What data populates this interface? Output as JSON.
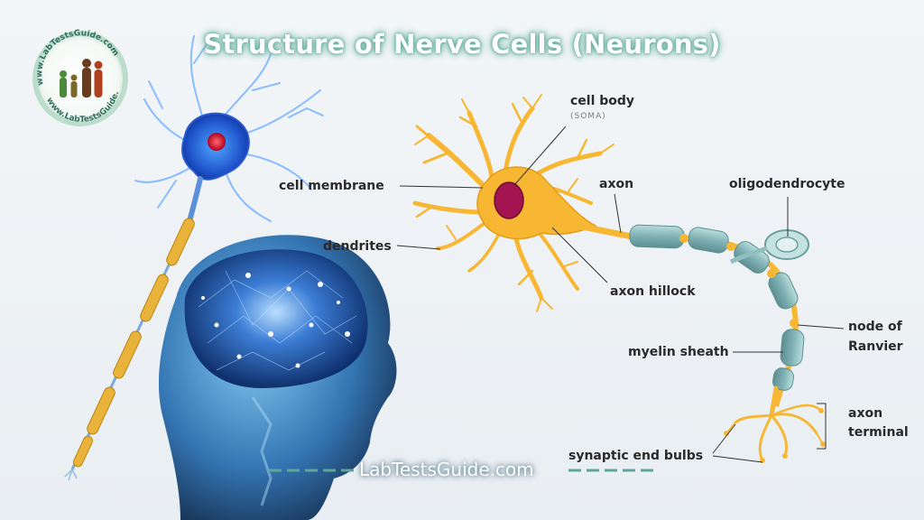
{
  "title": "Structure of Nerve Cells (Neurons)",
  "logo": {
    "top_text": "www.LabTestsGuide.com",
    "bottom_text": "www.LabTestsGuide.Net",
    "icon": "family-people-icon"
  },
  "labels": {
    "cell_body": "cell body",
    "soma": "(SOMA)",
    "cell_membrane": "cell membrane",
    "axon": "axon",
    "oligodendrocyte": "oligodendrocyte",
    "dendrites": "dendrites",
    "axon_hillock": "axon hillock",
    "node_of": "node of",
    "ranvier": "Ranvier",
    "myelin_sheath": "myelin sheath",
    "axon_terminal_1": "axon",
    "axon_terminal_2": "terminal",
    "synaptic_end_bulbs": "synaptic end bulbs"
  },
  "footer": "LabTestsGuide.com",
  "colors": {
    "neuron": "#f7b733",
    "nucleus": "#a31450",
    "myelin": "#8fbfbf",
    "brain_glow": "#3a7bd5",
    "title_glow": "#5fae9a"
  }
}
